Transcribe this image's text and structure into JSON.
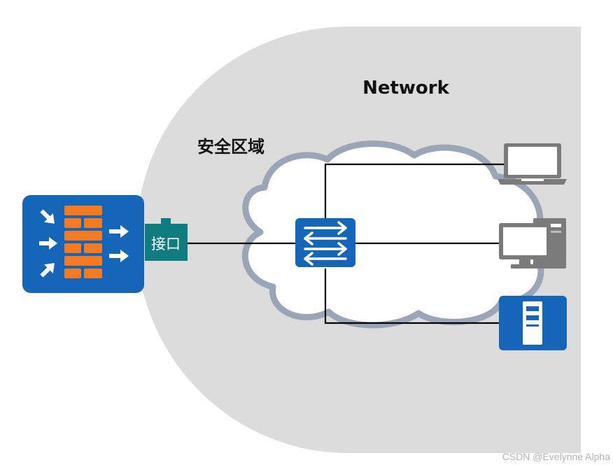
{
  "zone": {
    "network_label": "Network",
    "security_zone_label": "安全区域"
  },
  "firewall": {
    "icon": "firewall-icon",
    "interface_label": "接口"
  },
  "switch": {
    "icon": "switch-icon"
  },
  "endpoints": [
    {
      "icon": "laptop-icon"
    },
    {
      "icon": "desktop-pc-icon"
    },
    {
      "icon": "server-icon"
    }
  ],
  "colors": {
    "zone_fill": "#dcdcdc",
    "cloud_stroke": "#9aa6b8",
    "device_blue": "#1565b8",
    "firewall_brick": "#f47a22",
    "interface_teal": "#0f7d80",
    "line": "#000000"
  },
  "watermark": "CSDN @Evelynne Alpha"
}
